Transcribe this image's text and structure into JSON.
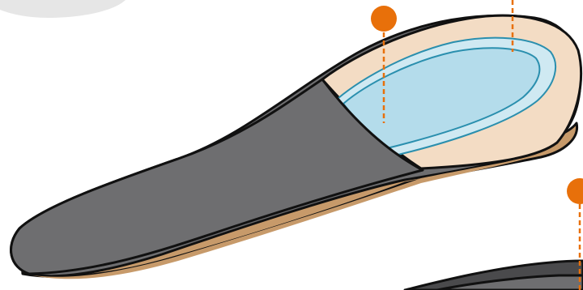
{
  "illustration": {
    "subject": "insole-cutaway",
    "callouts": [
      {
        "name": "heel-gel-pad"
      },
      {
        "name": "forefoot-top-layer"
      },
      {
        "name": "lower-insole-layer"
      }
    ]
  },
  "colors": {
    "outline": "#111111",
    "top_layer": "#6e6e70",
    "shadow_layer": "#4a4a4c",
    "edge_band": "#c79a6a",
    "heel_cup": "#f3dcc4",
    "gel_fill": "#cfe9f2",
    "gel_inner": "#b4dceb",
    "gel_stroke": "#2a8fae",
    "accent": "#e8700a",
    "bg_shadow": "#e6e6e6"
  }
}
